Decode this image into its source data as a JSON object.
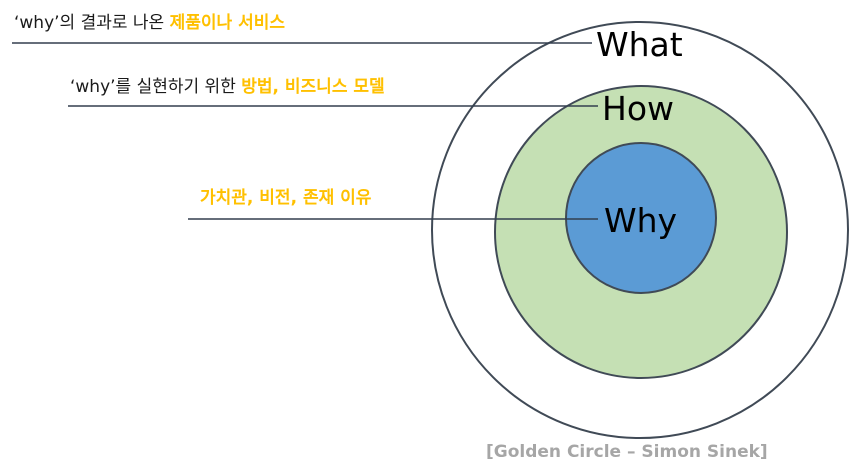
{
  "colors": {
    "outer_fill": "#ffffff",
    "middle_fill": "#c5e0b4",
    "inner_fill": "#5b9bd5",
    "ring_stroke": "#404a56",
    "leader_line": "#333f4f",
    "highlight": "#ffc000",
    "caption": "#a6a6a6"
  },
  "rings": {
    "what": "What",
    "how": "How",
    "why": "Why"
  },
  "annotations": {
    "what": {
      "plain": "‘why’의 결과로 나온 ",
      "highlight": "제품이나 서비스"
    },
    "how": {
      "plain": "‘why’를 실현하기 위한 ",
      "highlight": "방법, 비즈니스 모델"
    },
    "why": {
      "plain": "",
      "highlight": "가치관, 비전, 존재 이유"
    }
  },
  "caption": "[Golden Circle – Simon Sinek]"
}
